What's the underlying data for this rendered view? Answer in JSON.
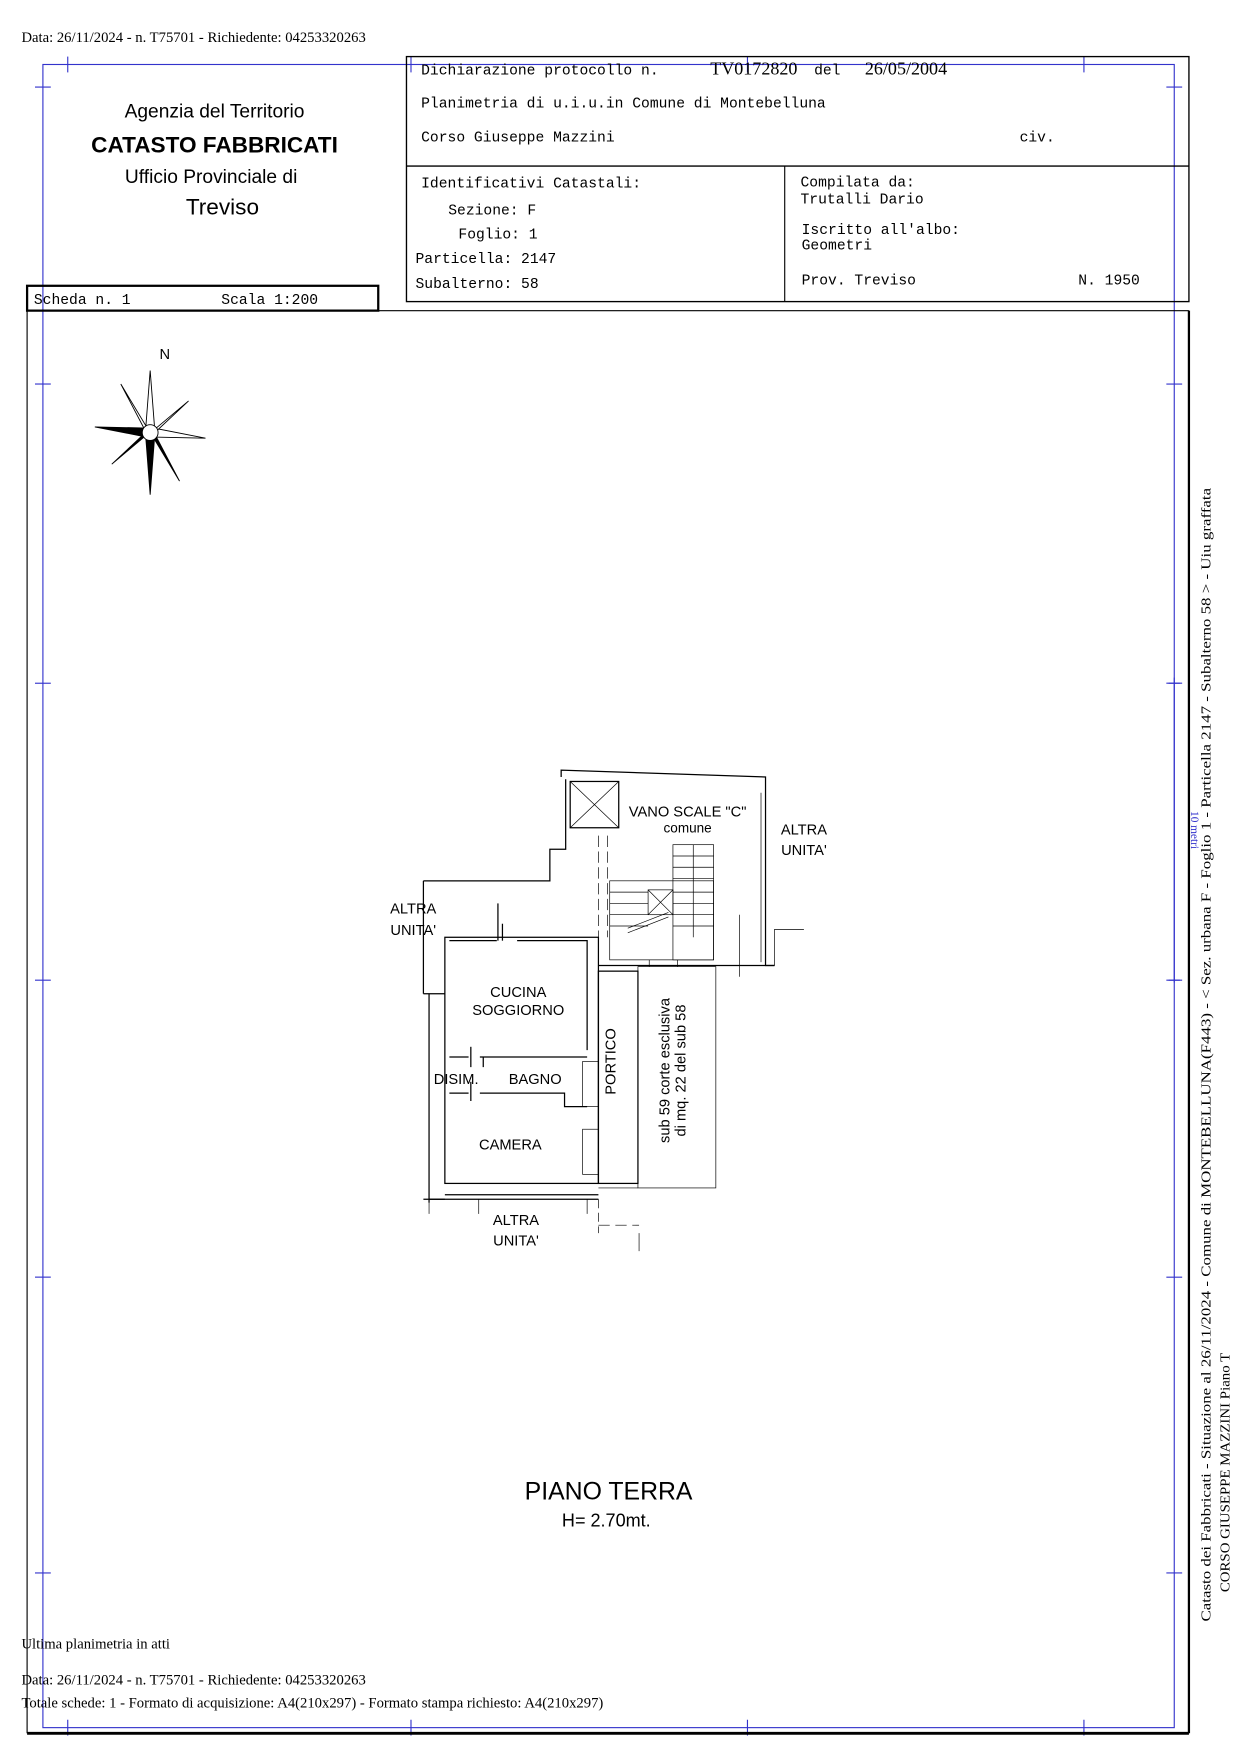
{
  "top_header": "Data: 26/11/2024 - n. T75701 - Richiedente: 04253320263",
  "agency": {
    "line1": "Agenzia del Territorio",
    "line2": "CATASTO FABBRICATI",
    "line3": "Ufficio Provinciale di",
    "line4": "Treviso"
  },
  "scheda": {
    "label": "Scheda n. 1",
    "scale": "Scala 1:200"
  },
  "declaration": {
    "label": "Dichiarazione protocollo n.",
    "protocol": "TV0172820",
    "del_label": "del",
    "date": "26/05/2004",
    "planimetria": "Planimetria di u.i.u.in Comune di Montebelluna",
    "address": "Corso Giuseppe Mazzini",
    "civ": "civ."
  },
  "identifiers": {
    "title": "Identificativi Catastali:",
    "sezione": "Sezione: F",
    "foglio": "Foglio: 1",
    "particella": "Particella: 2147",
    "subalterno": "Subalterno: 58"
  },
  "compiler": {
    "label": "Compilata da:",
    "name": "Trutalli Dario",
    "albo_label": "Iscritto all'albo:",
    "albo": "Geometri",
    "prov": "Prov. Treviso",
    "number": "N.  1950"
  },
  "compass": {
    "north": "N"
  },
  "plan": {
    "vano_scale": "VANO SCALE \"C\"",
    "comune": "comune",
    "altra1": "ALTRA",
    "unita1": "UNITA'",
    "altra2": "ALTRA",
    "unita2": "UNITA'",
    "altra3": "ALTRA",
    "unita3": "UNITA'",
    "cucina": "CUCINA",
    "soggiorno": "SOGGIORNO",
    "disim": "DISIM.",
    "bagno": "BAGNO",
    "camera": "CAMERA",
    "portico": "PORTICO",
    "corte1": "sub 59 corte esclusiva",
    "corte2": "di mq. 22 del sub 58"
  },
  "floor": {
    "title": "PIANO TERRA",
    "height": "H= 2.70mt."
  },
  "scale_bar": "10 metri",
  "side_text": {
    "line1": "Catasto dei Fabbricati - Situazione al 26/11/2024 - Comune di MONTEBELLUNA(F443) - < Sez. urbana F - Foglio 1 - Particella 2147 - Subalterno 58 > - Uiu graffata",
    "line2": "CORSO GIUSEPPE MAZZINI Piano T"
  },
  "footer": {
    "ultima": "Ultima planimetria in atti",
    "data": "Data: 26/11/2024 - n. T75701 - Richiedente: 04253320263",
    "totale": "Totale schede: 1 - Formato di acquisizione: A4(210x297)  - Formato stampa richiesto: A4(210x297)"
  }
}
